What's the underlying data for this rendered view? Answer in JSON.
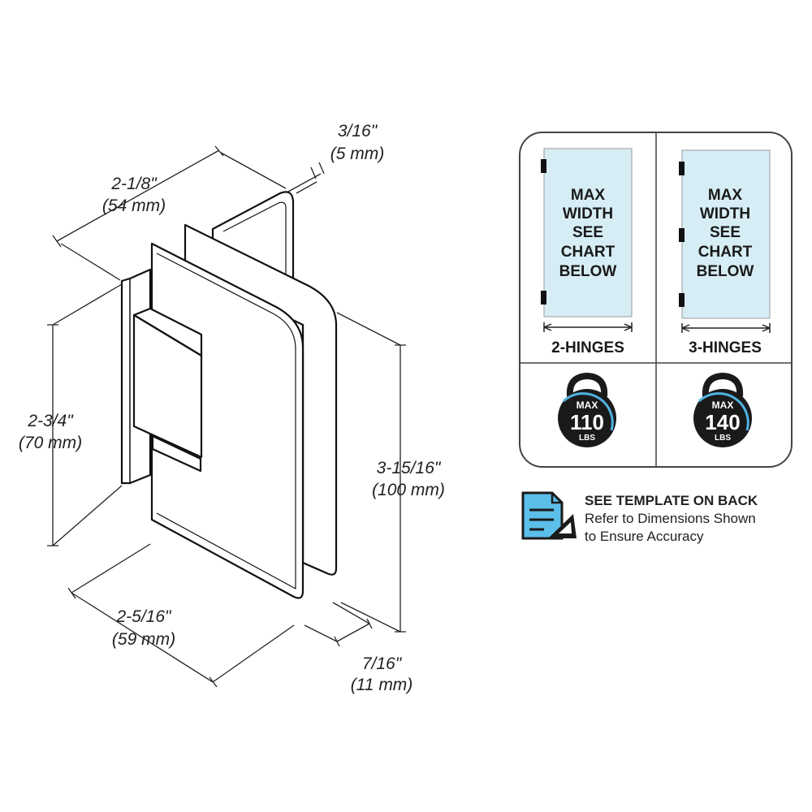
{
  "dimensions": {
    "width_top": {
      "imperial": "2-1/8\"",
      "metric": "(54 mm)"
    },
    "thickness_top": {
      "imperial": "3/16\"",
      "metric": "(5 mm)"
    },
    "height_left": {
      "imperial": "2-3/4\"",
      "metric": "(70 mm)"
    },
    "height_right": {
      "imperial": "3-15/16\"",
      "metric": "(100 mm)"
    },
    "width_bottom": {
      "imperial": "2-5/16\"",
      "metric": "(59 mm)"
    },
    "gap_bottom": {
      "imperial": "7/16\"",
      "metric": "(11 mm)"
    }
  },
  "spec_panel": {
    "columns": [
      {
        "panel_text": [
          "MAX",
          "WIDTH",
          "SEE",
          "CHART",
          "BELOW"
        ],
        "label": "2-HINGES",
        "weight": {
          "top": "MAX",
          "value": "110",
          "unit": "LBS"
        }
      },
      {
        "panel_text": [
          "MAX",
          "WIDTH",
          "SEE",
          "CHART",
          "BELOW"
        ],
        "label": "3-HINGES",
        "weight": {
          "top": "MAX",
          "value": "140",
          "unit": "LBS"
        }
      }
    ],
    "glass_color": "#d6edf5",
    "accent_color": "#4fb3e0"
  },
  "template_note": {
    "icon": "document-with-triangle-ruler-icon",
    "heading": "SEE TEMPLATE ON BACK",
    "line1": "Refer to Dimensions Shown",
    "line2": "to Ensure Accuracy"
  }
}
